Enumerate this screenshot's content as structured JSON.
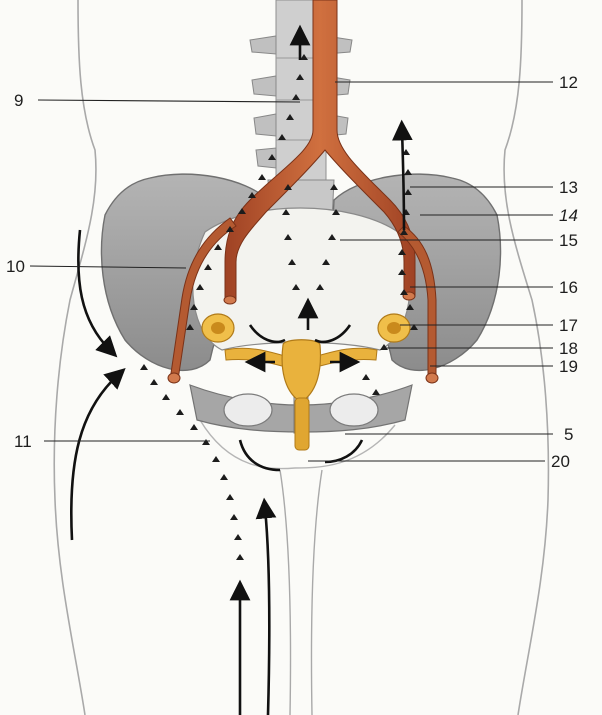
{
  "labels": {
    "l5": "5",
    "l9": "9",
    "l10": "10",
    "l11": "11",
    "l12": "12",
    "l13": "13",
    "l14": "14",
    "l15": "15",
    "l16": "16",
    "l17": "17",
    "l18": "18",
    "l19": "19",
    "l20": "20"
  },
  "colors": {
    "artery": "#b9532b",
    "artery_light": "#d27a4d",
    "organ": "#e9b23d",
    "organ_dark": "#c98a1c",
    "bone": "#a8a8a8",
    "bone_dark": "#7d7d7d",
    "vertebra": "#c6c6c6",
    "outline": "#9a9a9a",
    "lymph": "#1c1c1c",
    "arrow": "#111111"
  }
}
